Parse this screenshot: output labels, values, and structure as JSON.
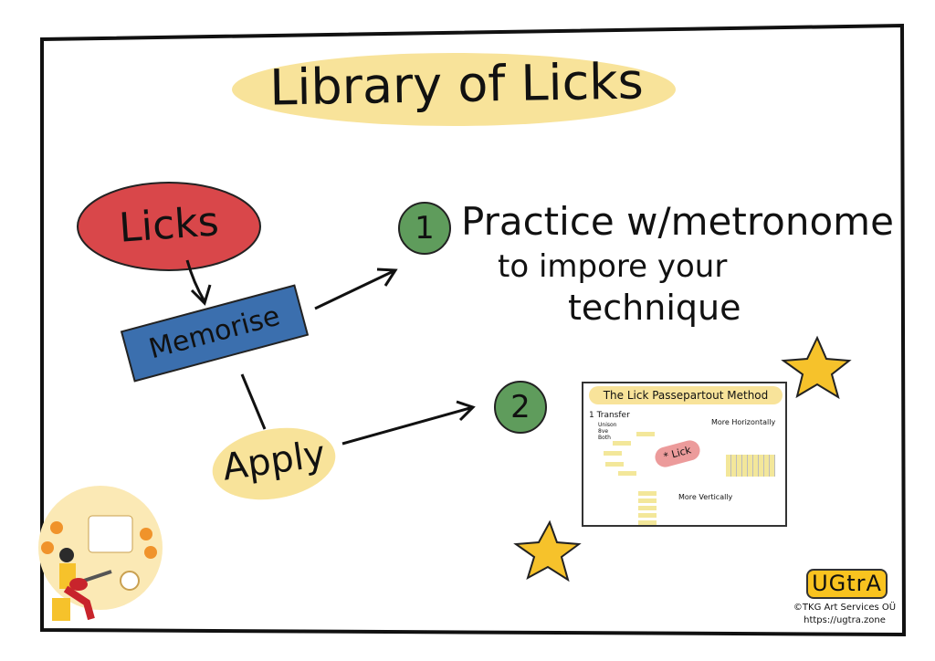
{
  "title": "Library of Licks",
  "nodes": {
    "licks": "Licks",
    "memorise": "Memorise",
    "apply": "Apply"
  },
  "steps": [
    {
      "number": "1",
      "lines": [
        "Practice w/metronome",
        "to impore your",
        "technique"
      ]
    },
    {
      "number": "2"
    }
  ],
  "thumbnail": {
    "title": "The Lick Passepartout Method",
    "transfer": "1 Transfer",
    "transfer_items": [
      "Unison",
      "8ve",
      "Both"
    ],
    "center": "* Lick",
    "horizontal": "More Horizontally",
    "vertical": "More Vertically"
  },
  "colors": {
    "licks": "#d9474a",
    "memorise": "#3b6fae",
    "circle": "#5f9c5c",
    "highlight": "#f8e39a",
    "star": "#f6c22b"
  },
  "footer": {
    "logo": "UGtrA",
    "copyright": "©TKG Art Services OÜ",
    "url": "https://ugtra.zone"
  }
}
